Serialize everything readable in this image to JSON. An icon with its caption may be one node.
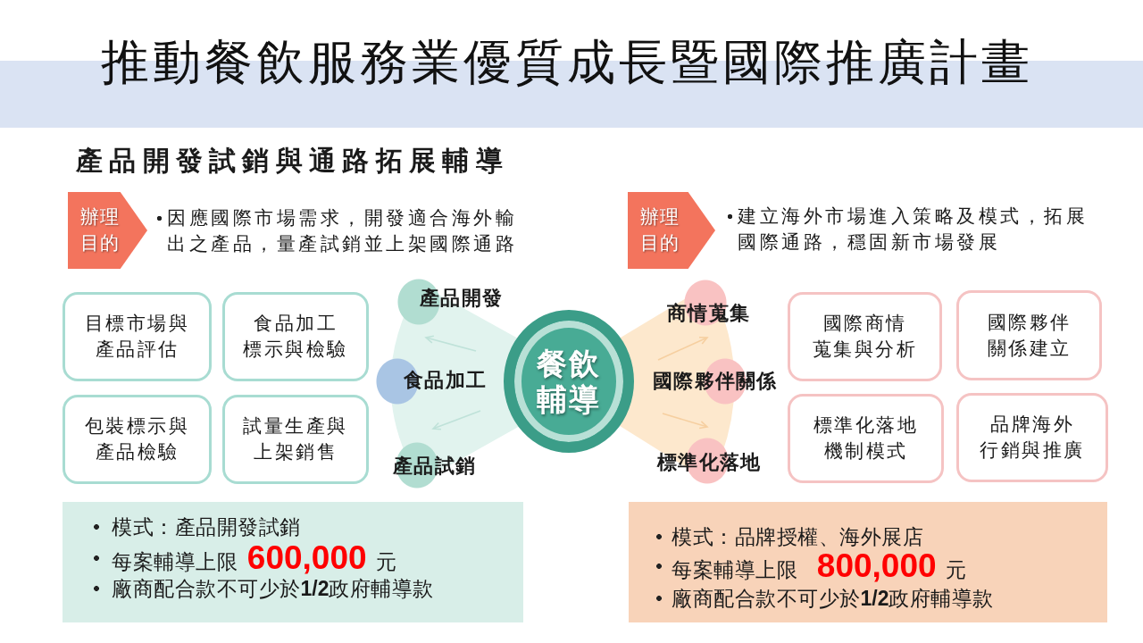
{
  "diagram": {
    "title": "推動餐飲服務業優質成長暨國際推廣計畫",
    "nodes": [
      {
        "text": [],
        "shape": "band"
      },
      {
        "text": [
          "辦理目的"
        ],
        "beside": [
          "因應國際市場需求，開發適合海外輸出之產品，量產試銷並上架國際通路"
        ]
      },
      {
        "text": [
          "目標市場與產品評估"
        ]
      },
      {
        "text": [
          "食品加工標示與檢驗"
        ]
      },
      {
        "text": [
          "包裝標示與產品檢驗"
        ]
      },
      {
        "text": [
          "試量生產與上架銷售"
        ]
      },
      {
        "text": [
          "產品開發"
        ]
      },
      {
        "text": [
          "食品加工"
        ]
      },
      {
        "text": [
          "產品試銷"
        ]
      },
      {
        "text": [
          "餐飲輔導"
        ]
      },
      {
        "text": [
          "商情蒐集"
        ]
      },
      {
        "text": [
          "國際夥伴關係"
        ]
      },
      {
        "text": [
          "標準化落地"
        ]
      },
      {
        "text": [
          "辦理目的"
        ],
        "beside": [
          "建立海外市場進入策略及模式，拓展國際通路，穩固新市場發展"
        ]
      },
      {
        "text": [
          "國際商情蒐集與分析"
        ]
      },
      {
        "text": [
          "國際夥伴關係建立"
        ]
      },
      {
        "text": [
          "標準化落地機制模式"
        ]
      },
      {
        "text": [
          "品牌海外行銷與推廣"
        ]
      },
      {
        "text": [
          "模式：產品開發試銷",
          "每案輔導上限 **600,000** 元",
          "廠商配合款不可少於**1/2**政府輔導款"
        ]
      },
      {
        "text": [
          "模式：品牌授權、海外展店",
          "每案輔導上限 **800,000** 元",
          "廠商配合款不可少於**1/2**政府輔導款"
        ]
      }
    ],
    "labels": [
      "產品開發試銷與通路拓展輔導"
    ]
  }
}
